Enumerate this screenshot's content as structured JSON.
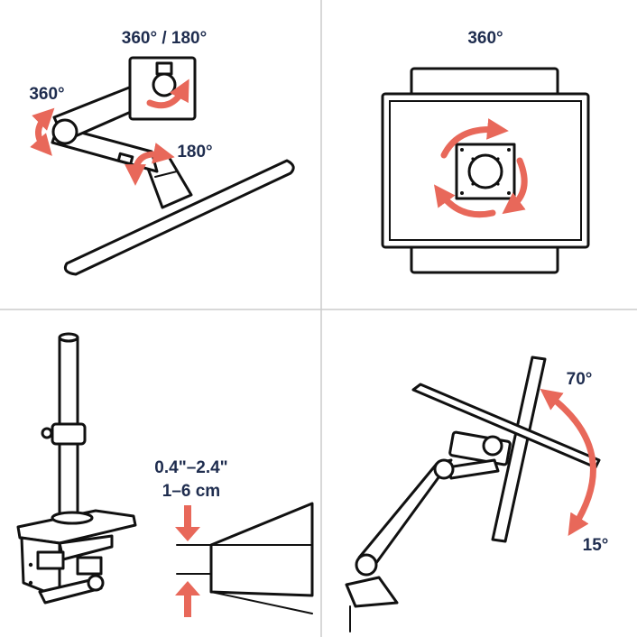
{
  "colors": {
    "accent": "#e8685a",
    "ink": "#111111",
    "label": "#1f2d4f",
    "divider": "#cccccc"
  },
  "panels": {
    "top_left": {
      "label_top": "360° / 180°",
      "label_left": "360°",
      "label_right": "180°"
    },
    "top_right": {
      "label_top": "360°"
    },
    "bottom_left": {
      "label_imperial": "0.4\"–2.4\"",
      "label_metric": "1–6 cm"
    },
    "bottom_right": {
      "label_up": "70°",
      "label_down": "15°"
    }
  }
}
